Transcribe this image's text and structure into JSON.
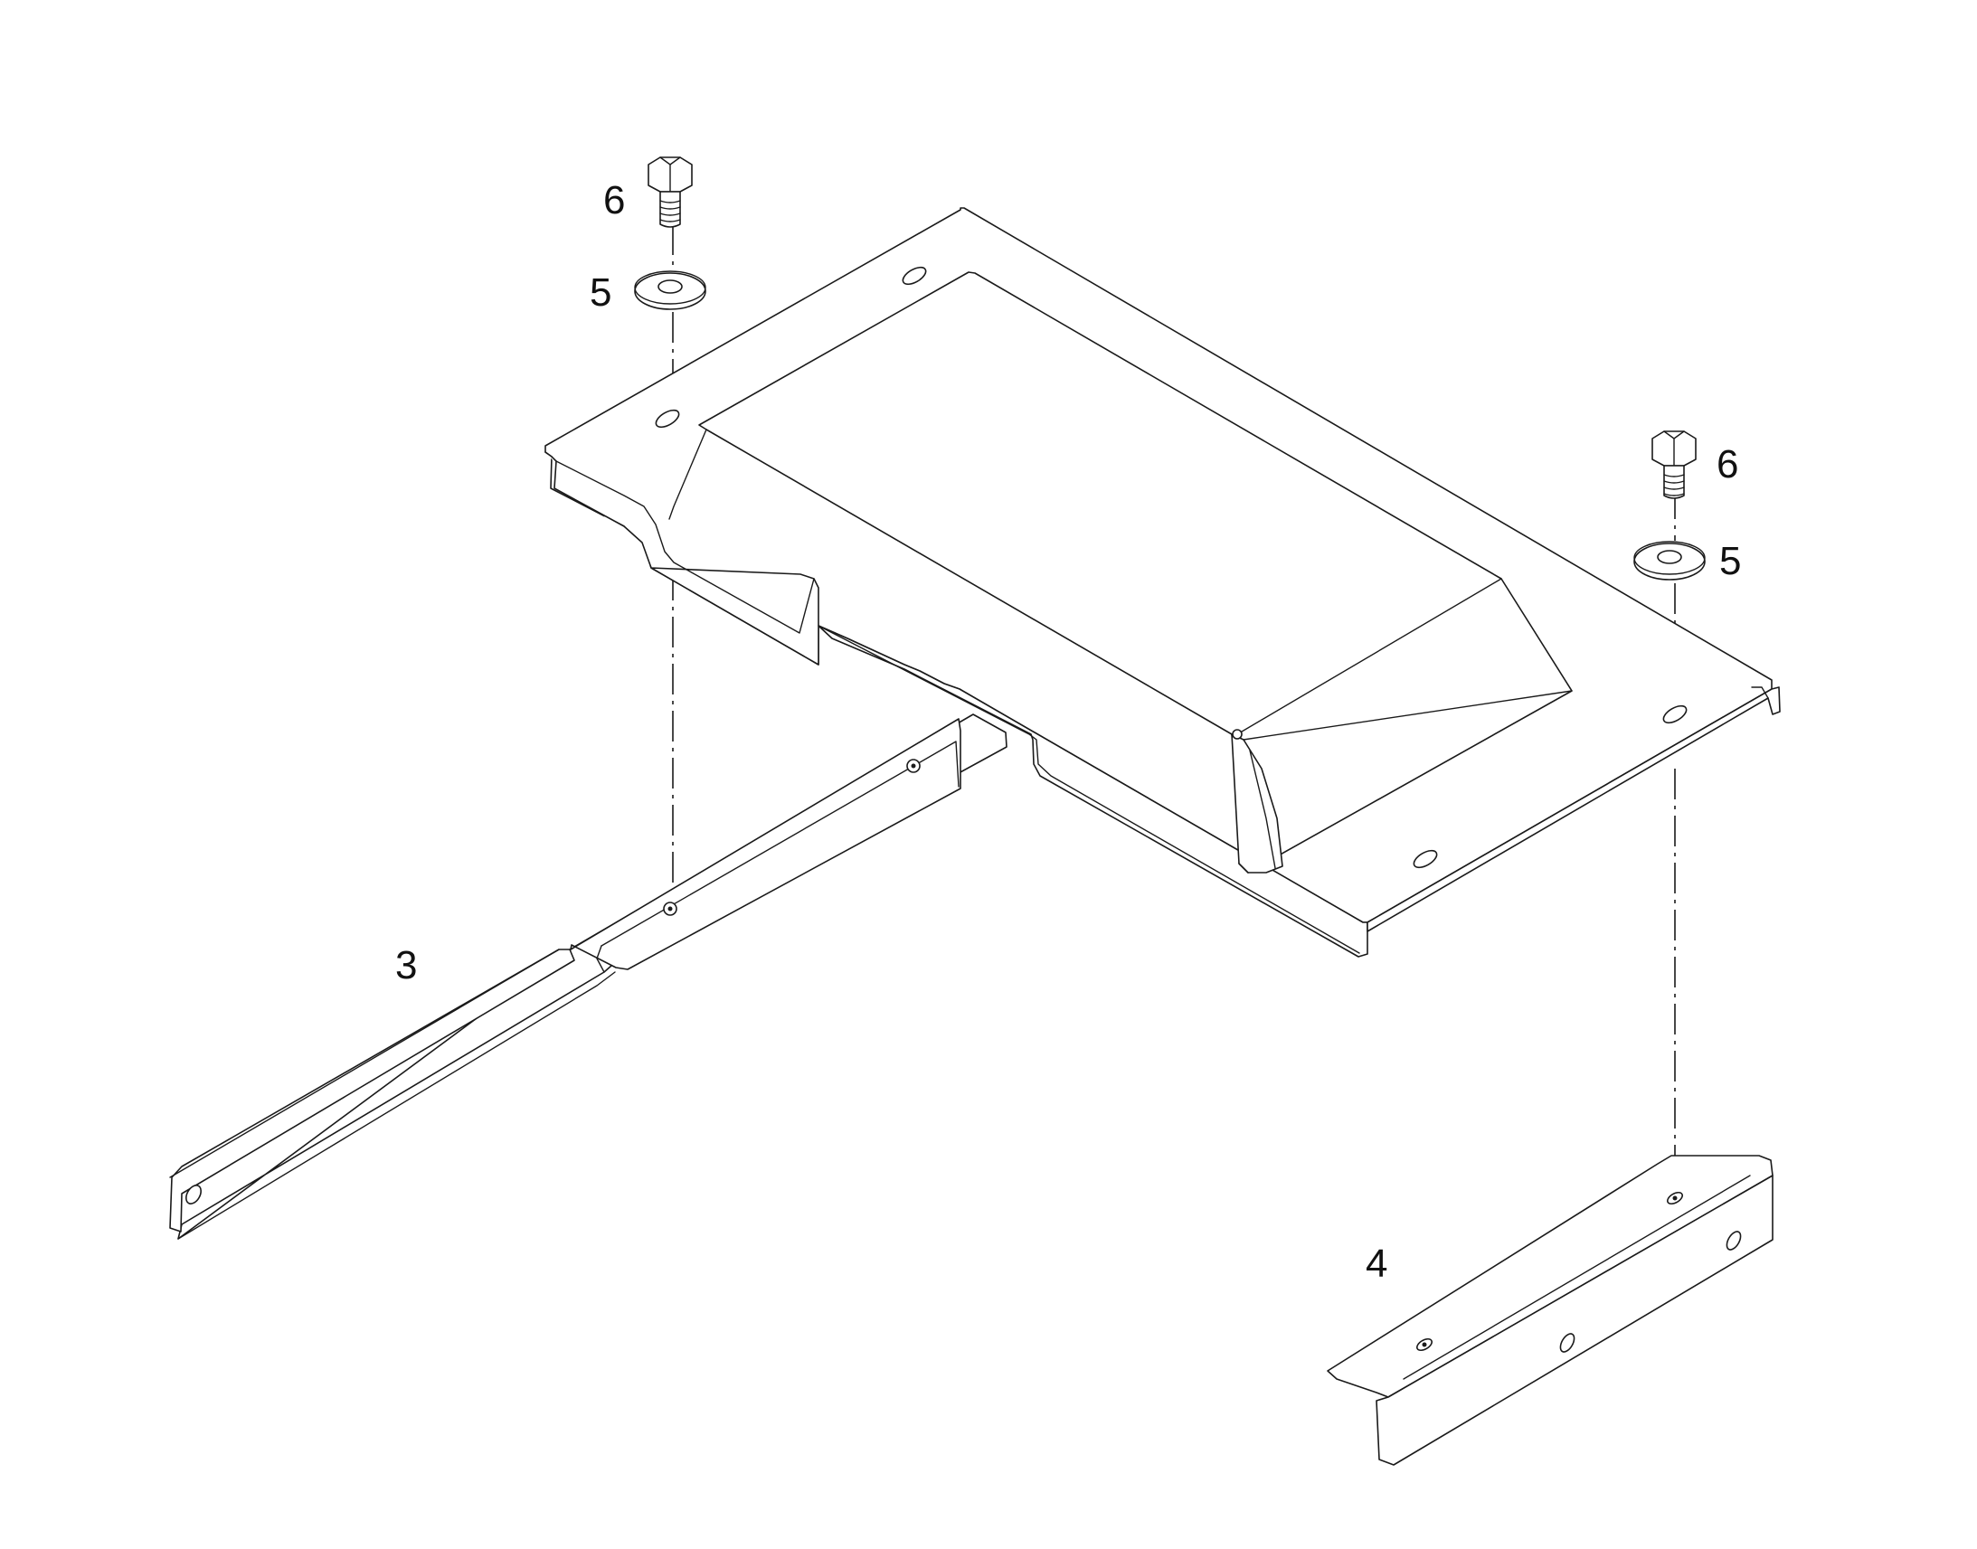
{
  "callouts": {
    "bolt_left": "6",
    "washer_left": "5",
    "bolt_right": "6",
    "washer_right": "5",
    "bar_bracket": "3",
    "angle_bracket": "4"
  },
  "colors": {
    "line": "#1a1a1a",
    "background": "#ffffff"
  }
}
